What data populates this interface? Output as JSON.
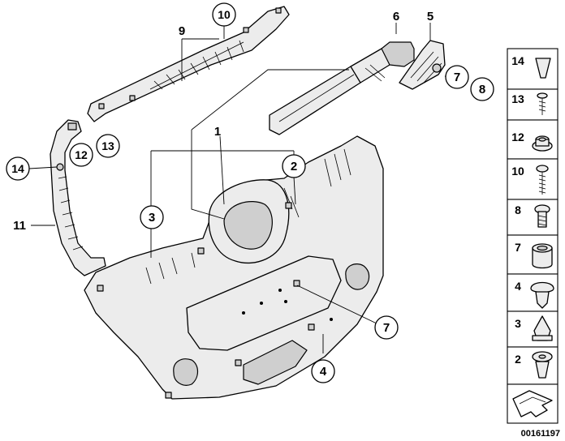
{
  "callouts": {
    "c1": "1",
    "c2": "2",
    "c3": "3",
    "c4": "4",
    "c5": "5",
    "c6": "6",
    "c7a": "7",
    "c7b": "7",
    "c8": "8",
    "c9": "9",
    "c10": "10",
    "c11": "11",
    "c12": "12",
    "c13": "13",
    "c14": "14"
  },
  "legend": {
    "items": [
      "14",
      "13",
      "12",
      "10",
      "8",
      "7",
      "4",
      "3",
      "2"
    ]
  },
  "reference_number": "00161197"
}
